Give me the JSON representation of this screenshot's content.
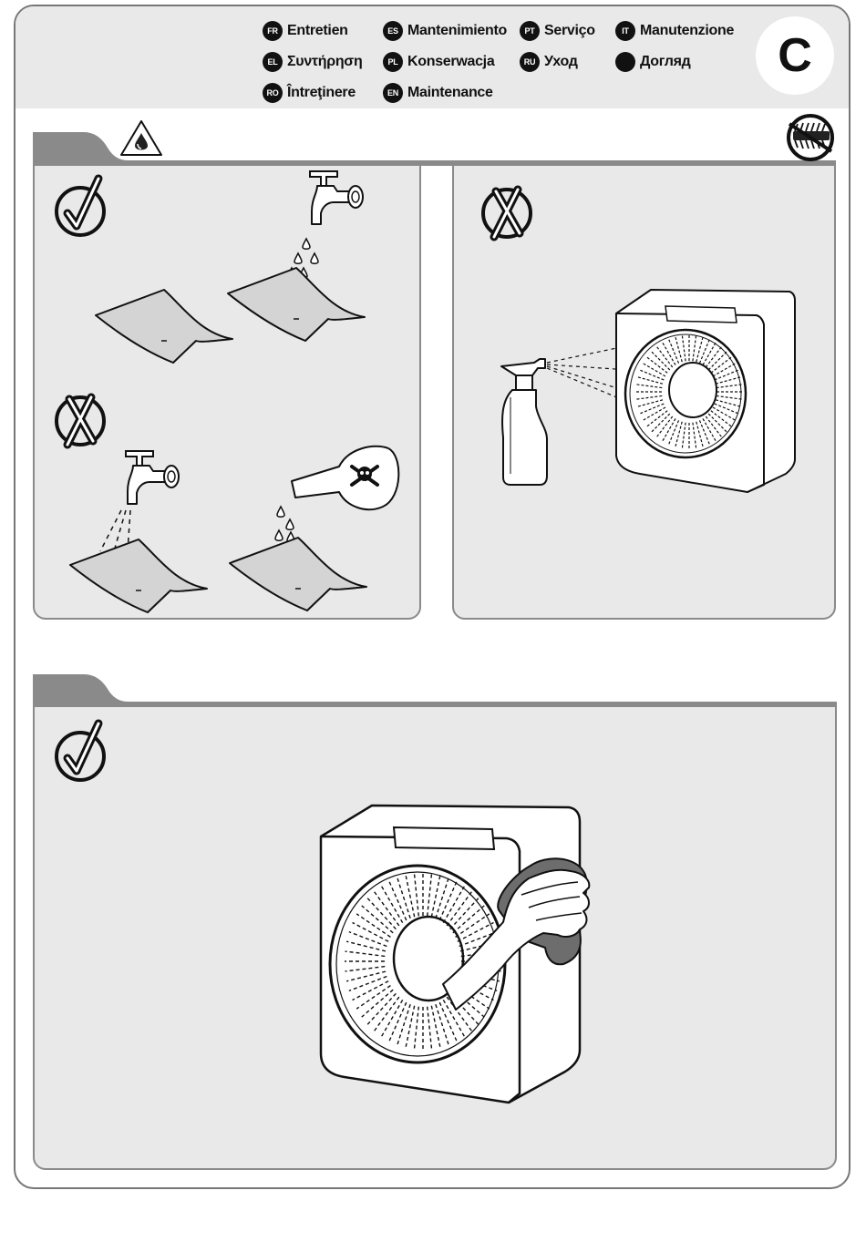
{
  "header": {
    "section_letter": "C",
    "languages": [
      {
        "code": "FR",
        "label": "Entretien"
      },
      {
        "code": "ES",
        "label": "Mantenimiento"
      },
      {
        "code": "PT",
        "label": "Serviço"
      },
      {
        "code": "IT",
        "label": "Manutenzione"
      },
      {
        "code": "EL",
        "label": "Συντήρηση"
      },
      {
        "code": "PL",
        "label": "Konserwacja"
      },
      {
        "code": "RU",
        "label": "Уход"
      },
      {
        "code": "",
        "label": "Догляд"
      },
      {
        "code": "RO",
        "label": "Întreţinere"
      },
      {
        "code": "EN",
        "label": "Maintenance"
      }
    ]
  },
  "icons": {
    "correct": "check-circle-icon",
    "wrong": "cross-circle-icon",
    "warning": "water-drop-warning-icon",
    "no_brush": "no-brush-icon",
    "poison": "skull-crossbones-icon"
  },
  "colors": {
    "panel_bg": "#e9e9e9",
    "tab_grey": "#8a8a8a",
    "ink": "#111111"
  }
}
